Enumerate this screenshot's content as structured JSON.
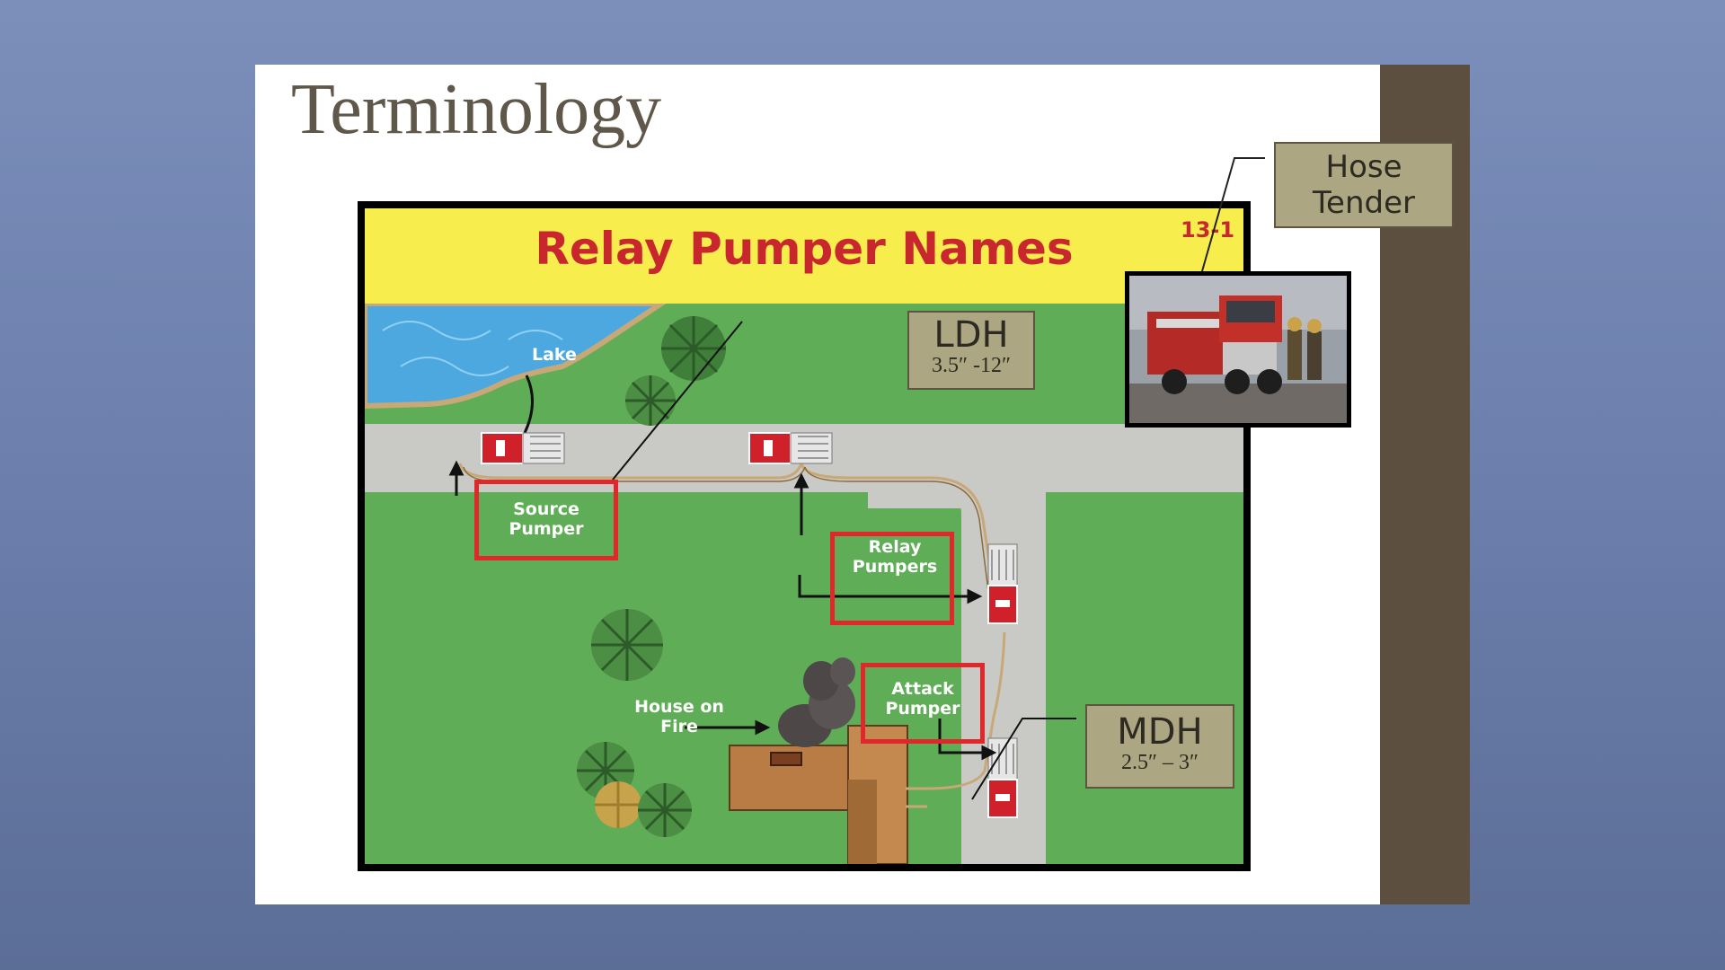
{
  "slide": {
    "title": "Terminology"
  },
  "diagram": {
    "title": "Relay Pumper Names",
    "figure_number": "13-1",
    "labels": {
      "lake": "Lake",
      "source_pumper": [
        "Source",
        "Pumper"
      ],
      "relay_pumpers": [
        "Relay",
        "Pumpers"
      ],
      "attack_pumper": [
        "Attack",
        "Pumper"
      ],
      "house_on_fire": [
        "House on",
        "Fire"
      ]
    }
  },
  "callouts": {
    "ldh": {
      "name": "LDH",
      "range": "3.5″ -12″"
    },
    "mdh": {
      "name": "MDH",
      "range": "2.5″ – 3″"
    },
    "hose_tender": [
      "Hose",
      "Tender"
    ]
  },
  "colors": {
    "banner": "#f7ee4e",
    "title_red": "#c8272e",
    "grass": "#5fad56",
    "road": "#c9c9c6",
    "water": "#4ea8e0",
    "highlight_box": "#e0282a",
    "callout_fill": "#aca682",
    "sidebar": "#5c4f3f"
  }
}
